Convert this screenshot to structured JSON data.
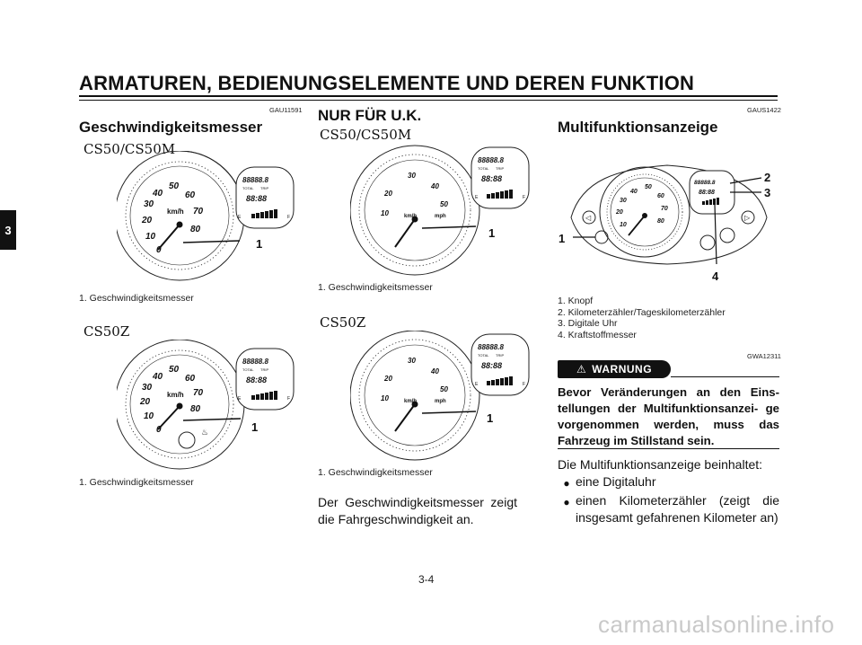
{
  "header": {
    "title": "ARMATUREN, BEDIENUNGSELEMENTE UND DEREN FUNKTION"
  },
  "side_tab": {
    "label": "3"
  },
  "left_column": {
    "code": "GAU11591",
    "title": "Geschwindigkeitsmesser",
    "figure1": {
      "model": "CS50/CS50M",
      "callout": "1",
      "caption": "1. Geschwindigkeitsmesser"
    },
    "figure2": {
      "model": "CS50Z",
      "callout": "1",
      "caption": "1. Geschwindigkeitsmesser"
    }
  },
  "middle_column": {
    "title": "NUR FÜR U.K.",
    "figure1": {
      "model": "CS50/CS50M",
      "callout": "1",
      "caption": "1. Geschwindigkeitsmesser"
    },
    "figure2": {
      "model": "CS50Z",
      "callout": "1",
      "caption": "1. Geschwindigkeitsmesser"
    },
    "body": "Der Geschwindigkeitsmesser zeigt die Fahrgeschwindigkeit an."
  },
  "right_column": {
    "code": "GAUS1422",
    "title": "Multifunktionsanzeige",
    "callouts": [
      "1",
      "2",
      "3",
      "4"
    ],
    "captions": [
      "1. Knopf",
      "2. Kilometerzähler/Tageskilometerzähler",
      "3. Digitale Uhr",
      "4. Kraftstoffmesser"
    ],
    "warning": {
      "code": "GWA12311",
      "label": "WARNUNG",
      "text": "Bevor Veränderungen an den Eins- tellungen der Multifunktionsanzei- ge vorgenommen werden, muss das Fahrzeug im Stillstand sein."
    },
    "intro": "Die Multifunktionsanzeige beinhaltet:",
    "bullets": [
      "eine Digitaluhr",
      "einen Kilometerzähler (zeigt die insgesamt gefahrenen Kilometer an)"
    ]
  },
  "gauge": {
    "kmh_ticks": [
      "0",
      "10",
      "20",
      "30",
      "40",
      "50",
      "60",
      "70",
      "80"
    ],
    "uk_ticks": [
      "10",
      "20",
      "30",
      "40",
      "50"
    ],
    "unit_kmh": "km/h",
    "unit_mph": "mph",
    "odo": "88888.8",
    "clock": "88:88",
    "total": "TOTAL",
    "trip": "TRIP",
    "fuel_e": "E",
    "fuel_f": "F"
  },
  "footer": {
    "page": "3-4",
    "watermark": "carmanualsonline.info"
  }
}
